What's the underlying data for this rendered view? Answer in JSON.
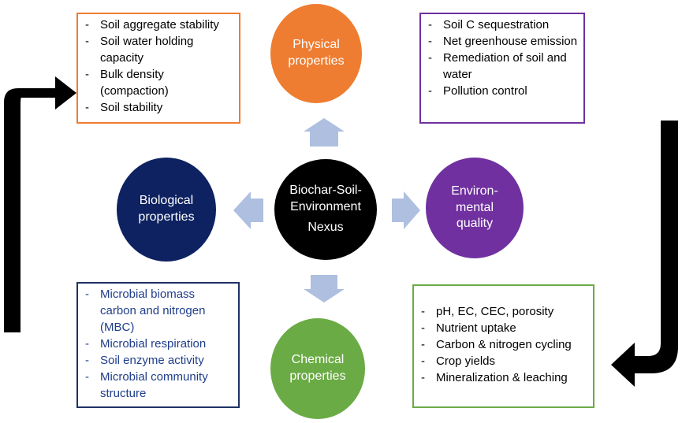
{
  "center": {
    "line1": "Biochar-Soil-",
    "line2": "Environment",
    "line3": "Nexus"
  },
  "physical": {
    "line1": "Physical",
    "line2": "properties"
  },
  "biological": {
    "line1": "Biological",
    "line2": "properties"
  },
  "environmental": {
    "line1": "Environ-",
    "line2": "mental",
    "line3": "quality"
  },
  "chemical": {
    "line1": "Chemical",
    "line2": "properties"
  },
  "physical_box": {
    "items": [
      "Soil aggregate stability",
      "Soil water holding capacity",
      "Bulk density (compaction)",
      "Soil stability"
    ]
  },
  "environmental_box": {
    "items": [
      "Soil C sequestration",
      "Net greenhouse emission",
      "Remediation of soil and water",
      "Pollution control"
    ]
  },
  "biological_box": {
    "items": [
      "Microbial biomass carbon and nitrogen (MBC)",
      "Microbial respiration",
      "Soil enzyme activity",
      "Microbial community structure"
    ]
  },
  "chemical_box": {
    "items": [
      "pH, EC, CEC, porosity",
      "Nutrient uptake",
      "Carbon & nitrogen cycling",
      "Crop yields",
      "Mineralization & leaching"
    ]
  },
  "colors": {
    "physical": "#ee7d31",
    "biological": "#0e2261",
    "center": "#000000",
    "environmental": "#7030a0",
    "chemical": "#6bab45",
    "block_arrow": "#aebfe0"
  }
}
